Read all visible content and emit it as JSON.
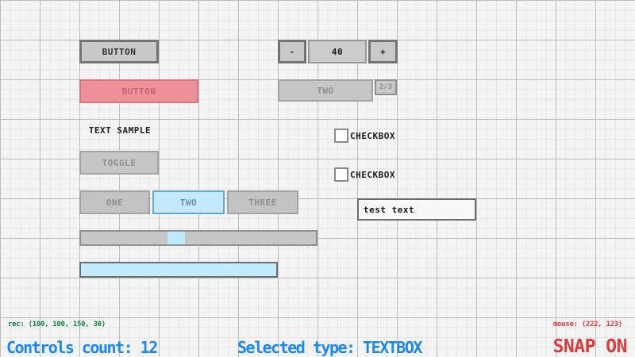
{
  "canvas": {
    "button_gray": {
      "label": "BUTTON"
    },
    "button_red": {
      "label": "BUTTON"
    },
    "text_sample": {
      "label": "TEXT SAMPLE"
    },
    "toggle": {
      "label": "TOGGLE"
    },
    "tabs": [
      {
        "label": "ONE"
      },
      {
        "label": "TWO"
      },
      {
        "label": "THREE"
      }
    ],
    "selected_tab": "TWO",
    "spinner": {
      "decrement_label": "-",
      "value": "40",
      "increment_label": "+"
    },
    "dropdown": {
      "selected_label": "TWO",
      "badge": "2/3"
    },
    "checkbox_1": {
      "label": "CHECKBOX",
      "checked": false
    },
    "checkbox_2": {
      "label": "CHECKBOX",
      "checked": false
    },
    "textbox": {
      "value": "test text"
    }
  },
  "status_bar": {
    "rec": "rec: (100, 100, 150, 30)",
    "controls_count": "Controls count: 12",
    "selected_type": "Selected type: TEXTBOX",
    "mouse": "mouse: (222, 123)",
    "snap": "SNAP ON"
  },
  "colors": {
    "grid_background": "#f5f4f4",
    "grid_major_line": "#bdbdbd",
    "grid_minor_line": "#e7e6e6",
    "control_gray": "#c9c9c9",
    "control_border_dark": "#747474",
    "danger_button_bg": "#f0919a",
    "danger_button_border": "#d17780",
    "selection_blue_bg": "#c2e9fc",
    "selection_blue_border": "#68aacd",
    "status_rec_green": "#0d8040",
    "status_info_blue": "#1b87f0",
    "status_alert_red": "#e03a3a"
  }
}
